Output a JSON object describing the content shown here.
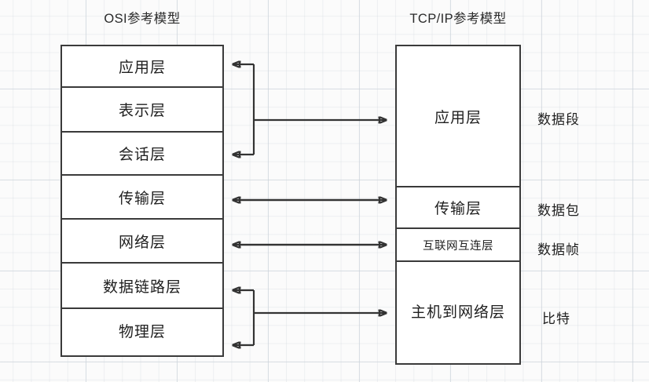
{
  "diagram": {
    "title_left": "OSI参考模型",
    "title_right": "TCP/IP参考模型",
    "bg_color": "#fbfbfb",
    "line_color": "#333333",
    "grid_color": "#c4cdd6"
  },
  "osi": {
    "label": "OSI参考模型",
    "layers": [
      {
        "name": "应用层"
      },
      {
        "name": "表示层"
      },
      {
        "name": "会话层"
      },
      {
        "name": "传输层"
      },
      {
        "name": "网络层"
      },
      {
        "name": "数据链路层"
      },
      {
        "name": "物理层"
      }
    ]
  },
  "tcpip": {
    "label": "TCP/IP参考模型",
    "layers": [
      {
        "name": "应用层"
      },
      {
        "name": "传输层"
      },
      {
        "name": "互联网互连层"
      },
      {
        "name": "主机到网络层"
      }
    ]
  },
  "pdu_labels": [
    {
      "name": "数据段"
    },
    {
      "name": "数据包"
    },
    {
      "name": "数据帧"
    },
    {
      "name": "比特"
    }
  ]
}
